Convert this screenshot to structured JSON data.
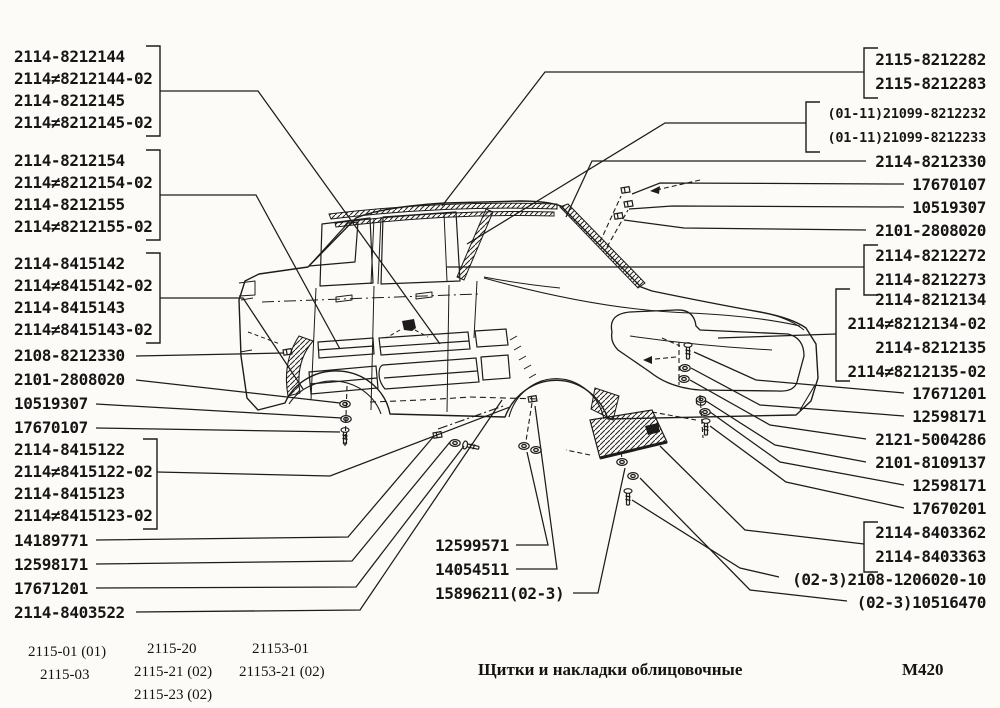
{
  "figure": {
    "caption": "Щитки и накладки облицовочные",
    "page_code": "М420",
    "colors": {
      "ink": "#1c1c1c",
      "background": "#fcfbf7"
    }
  },
  "callouts": {
    "left_groups": [
      {
        "lines": [
          "2114-8212144",
          "2114≠8212144-02",
          "2114-8212145",
          "2114≠8212145-02"
        ]
      },
      {
        "lines": [
          "2114-8212154",
          "2114≠8212154-02",
          "2114-8212155",
          "2114≠8212155-02"
        ]
      },
      {
        "lines": [
          "2114-8415142",
          "2114≠8415142-02",
          "2114-8415143",
          "2114≠8415143-02"
        ]
      },
      {
        "lines": [
          "2114-8415122",
          "2114≠8415122-02",
          "2114-8415123",
          "2114≠8415123-02"
        ]
      }
    ],
    "left_singles": [
      "2108-8212330",
      "2101-2808020",
      "10519307",
      "17670107",
      "14189771",
      "12598171",
      "17671201",
      "2114-8403522"
    ],
    "middle_singles": [
      "12599571",
      "14054511",
      "15896211(02-3)"
    ],
    "right_groups": [
      {
        "lines": [
          "2115-8212282",
          "2115-8212283"
        ]
      },
      {
        "lines": [
          "(01-11)21099-8212232",
          "(01-11)21099-8212233"
        ]
      },
      {
        "lines": [
          "2114-8212272",
          "2114-8212273"
        ]
      },
      {
        "lines": [
          "2114-8212134",
          "2114≠8212134-02",
          "2114-8212135",
          "2114≠8212135-02"
        ]
      },
      {
        "lines": [
          "2114-8403362",
          "2114-8403363"
        ]
      }
    ],
    "right_singles": [
      "2114-8212330",
      "17670107",
      "10519307",
      "2101-2808020",
      "17671201",
      "12598171",
      "2121-5004286",
      "2101-8109137",
      "12598171",
      "17670201",
      "(02-3)2108-1206020-10",
      "(02-3)10516470"
    ]
  },
  "footer": {
    "models": [
      [
        "2115-01 (01)",
        "2115-03"
      ],
      [
        "2115-20",
        "2115-21 (02)",
        "2115-23 (02)"
      ],
      [
        "21153-01",
        "21153-21 (02)"
      ]
    ],
    "caption": "Щитки и накладки облицовочные",
    "code": "М420"
  }
}
